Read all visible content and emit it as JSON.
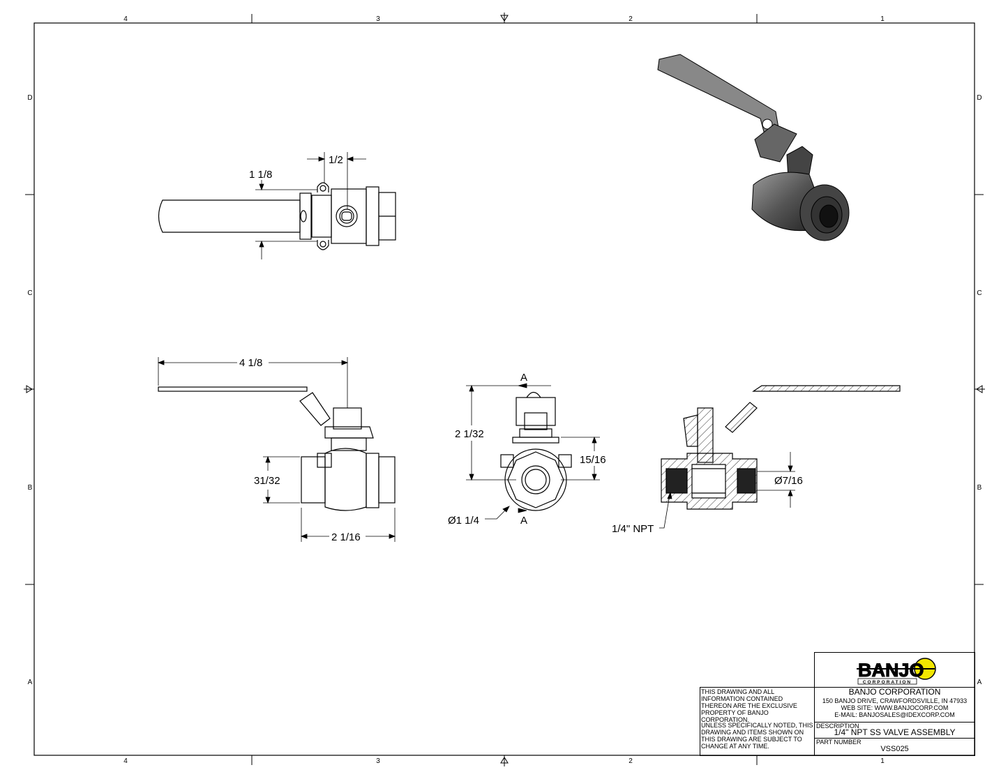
{
  "border": {
    "columns": [
      "4",
      "3",
      "2",
      "1"
    ],
    "rows": [
      "D",
      "C",
      "B",
      "A"
    ]
  },
  "views": {
    "top_view": {
      "dim_width": "1/2",
      "dim_height": "1 1/8"
    },
    "front_view": {
      "dim_handle": "4 1/8",
      "dim_height": "31/32",
      "dim_length": "2 1/16"
    },
    "end_view": {
      "section_label_top": "A",
      "section_label_bottom": "A",
      "dim_height": "2 1/32",
      "dim_center": "15/16",
      "dim_diameter": "Ø1 1/4"
    },
    "section_view": {
      "dim_bore": "Ø7/16",
      "thread_callout": "1/4\" NPT"
    }
  },
  "title_block": {
    "logo_text": "BANJO",
    "logo_subtext": "CORPORATION",
    "company": "BANJO CORPORATION",
    "address": "150 BANJO DRIVE, CRAWFORDSVILLE, IN 47933",
    "web": "WEB SITE: WWW.BANJOCORP.COM",
    "email": "E-MAIL: BANJOSALES@IDEXCORP.COM",
    "description_label": "DESCRIPTION",
    "description": "1/4\" NPT SS VALVE ASSEMBLY",
    "part_number_label": "PART NUMBER",
    "part_number": "VSS025",
    "note_property": "THIS DRAWING AND ALL INFORMATION CONTAINED THEREON ARE THE EXCLUSIVE PROPERTY OF BANJO CORPORATION.",
    "note_change": "UNLESS SPECIFICALLY NOTED, THIS DRAWING AND ITEMS SHOWN ON THIS DRAWING ARE SUBJECT TO CHANGE AT ANY TIME."
  },
  "colors": {
    "logo_yellow": "#f2e600",
    "line": "#000000",
    "shade": "#555555"
  }
}
